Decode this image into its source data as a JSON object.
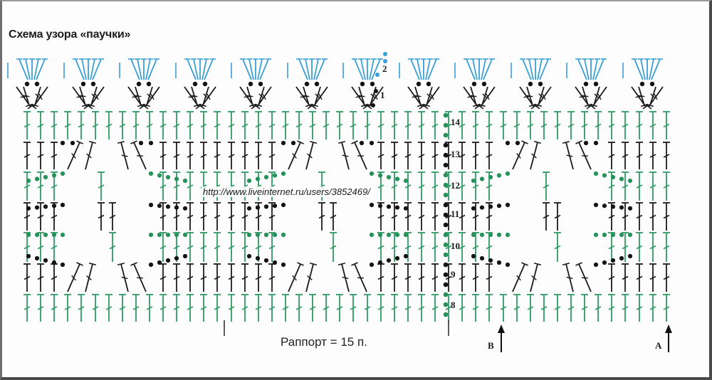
{
  "title": "Схема узора «паучки»",
  "watermark_url": "http://www.liveinternet.ru/users/3852469/",
  "repeat_label": "Раппорт = 15 п.",
  "row_numbers": [
    "14",
    "13",
    "12",
    "11",
    "10",
    "9",
    "8"
  ],
  "top_row_numbers": [
    "2",
    "1"
  ],
  "start_markers": [
    "B",
    "A"
  ],
  "colors": {
    "blue_rows": "#3a9fd8",
    "green_rows": "#2e9a62",
    "black_rows": "#1b1b1b",
    "dots_green": "#25925a",
    "dots_black": "#141414"
  },
  "symbols": {
    "green_stitch": "double-crochet",
    "black_stitch": "double-crochet",
    "dot": "chain",
    "arrow": "up-arrow"
  }
}
